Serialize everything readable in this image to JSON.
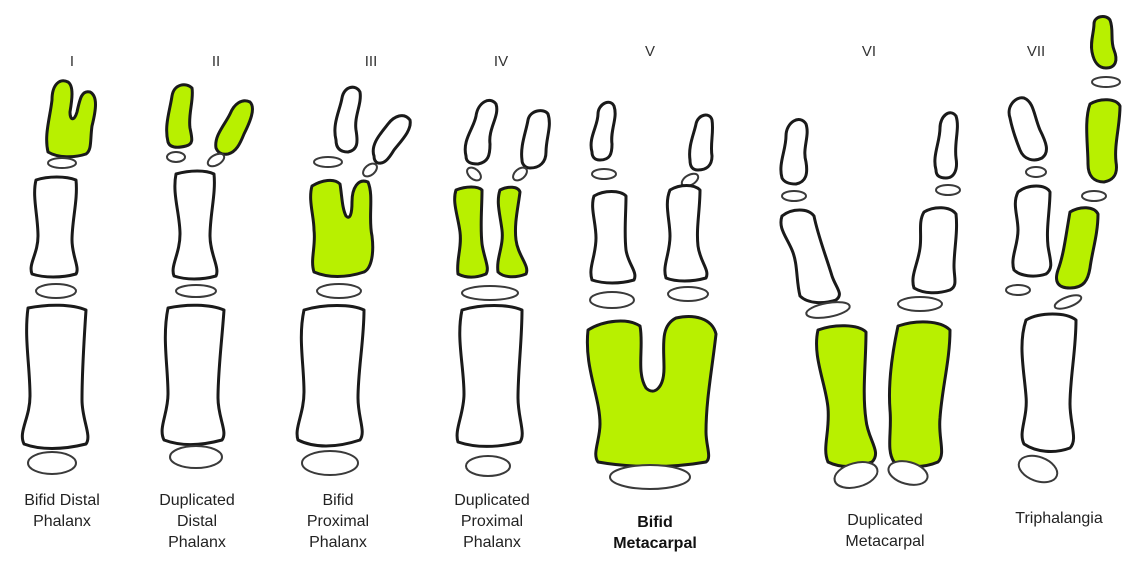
{
  "figure": {
    "accent_color": "#b8f000",
    "types": [
      {
        "numeral": "I",
        "label_lines": [
          "Bifid Distal",
          "Phalanx"
        ]
      },
      {
        "numeral": "II",
        "label_lines": [
          "Duplicated",
          "Distal",
          "Phalanx"
        ]
      },
      {
        "numeral": "III",
        "label_lines": [
          "Bifid",
          "Proximal",
          "Phalanx"
        ]
      },
      {
        "numeral": "IV",
        "label_lines": [
          "Duplicated",
          "Proximal",
          "Phalanx"
        ]
      },
      {
        "numeral": "V",
        "label_lines": [
          "Bifid",
          "Metacarpal"
        ]
      },
      {
        "numeral": "VI",
        "label_lines": [
          "Duplicated",
          "Metacarpal"
        ]
      },
      {
        "numeral": "VII",
        "label_lines": [
          "Triphalangia"
        ]
      }
    ]
  }
}
